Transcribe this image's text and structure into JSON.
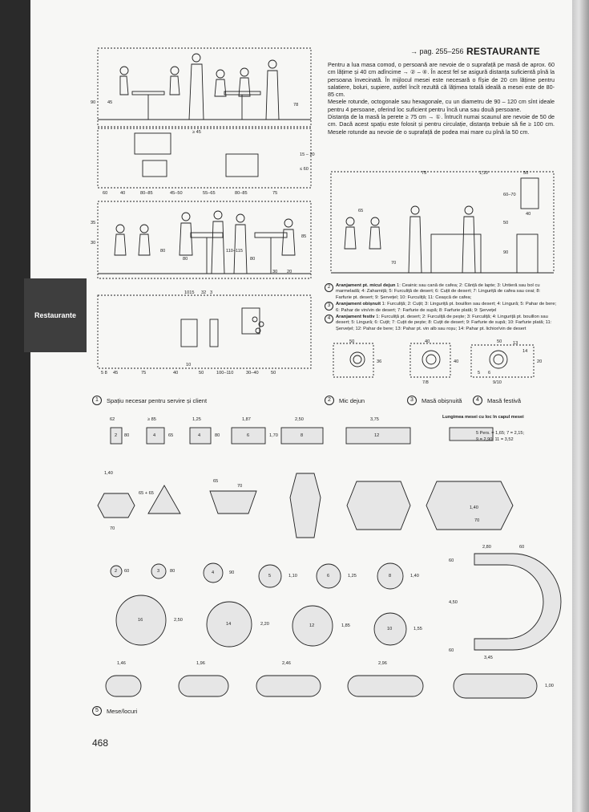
{
  "header": {
    "page_ref": "→ pag. 255–256",
    "title": "RESTAURANTE"
  },
  "side_tab": {
    "label": "Restaurante"
  },
  "body": {
    "paragraphs": [
      "Pentru a lua masa comod, o persoană are nevoie de o suprafață pe masă de aprox. 60 cm lățime și 40 cm adîncime → ② – ④. În acest fel se asigură distanța suficientă pînă la persoana învecinată. În mijlocul mesei este necesară o fîșie de 20 cm lățime pentru salatiere, boluri, supiere, astfel încît rezultă că lățimea totală ideală a mesei este de 80-85 cm.",
      "Mesele rotunde, octogonale sau hexagonale, cu un diametru de 90 – 120 cm sînt ideale pentru 4 persoane, oferind loc suficient pentru încă una sau două persoane.",
      "Distanța de la masă la perete ≥ 75 cm → ①. Întrucît numai scaunul are nevoie de 50 de cm. Dacă acest spațiu este folosit și pentru circulație, distanța trebuie să fie ≥ 100 cm. Mesele rotunde au nevoie de o suprafață de podea mai mare cu pînă la 50 cm."
    ]
  },
  "legend": [
    {
      "num": "2",
      "title": "Aranjament pt. micul dejun",
      "text": "1: Ceainic sau cană de cafea; 2: Cănță de lapte; 3: Untieră sau bol cu marmeladă; 4: Zaharniță; 5: Furculiță de desert; 6: Cuțit de desert; 7: Linguriță de cafea sau ceai; 8: Farfurie pt. desert; 9: Șervețel; 10: Furculiță; 11: Ceașcă de cafea;"
    },
    {
      "num": "3",
      "title": "Aranjament obișnuit",
      "text": "1: Furculiță; 2: Cuțit; 3: Linguriță pt. bouillon sau desert; 4: Lingură; 5: Pahar de bere; 6: Pahar de vin/vin de desert; 7: Farfurie de supă; 8: Farfurie plată; 9: Șervețel"
    },
    {
      "num": "4",
      "title": "Aranjament festiv",
      "text": "1: Furculiță pt. desert; 2: Furculiță de pește; 3: Furculiță; 4: Linguriță pt. bouillon sau desert; 5: Lingură; 6: Cuțit; 7: Cuțit de pește; 8: Cuțit de desert; 9: Farfurie de supă; 10: Farfurie plată; 11: Șervețel; 12: Pahar de bere; 13: Pahar pt. vin alb sau roșu; 14: Pahar pt. lichior/vin de desert"
    }
  ],
  "captions": {
    "fig1": {
      "num": "1",
      "text": "Spațiu necesar pentru servire și client"
    },
    "fig2": {
      "num": "2",
      "text": "Mic dejun"
    },
    "fig3": {
      "num": "3",
      "text": "Masă obișnuită"
    },
    "fig4": {
      "num": "4",
      "text": "Masă festivă"
    },
    "fig5": {
      "num": "5",
      "text": "Mese/locuri"
    }
  },
  "dims": {
    "left_plan": [
      "60",
      "40",
      "80–85",
      "45–50",
      "55–65",
      "80–85",
      "75"
    ],
    "left_plan2": [
      "5 8",
      "45",
      "75",
      "40",
      "50",
      "100–110",
      "30–40",
      "50"
    ],
    "side_vals": [
      "90",
      "45",
      "78",
      "≥ 45",
      "15 – 20",
      "≤ 60"
    ],
    "right_top": [
      "75",
      "1,10",
      "50",
      "65",
      "60–70",
      "40",
      "90",
      "50",
      "70"
    ],
    "left_sections2": [
      "35",
      "30",
      "80",
      "80",
      "110–115",
      "80",
      "85",
      "30",
      "20",
      "1015",
      "32",
      "3",
      "10"
    ],
    "rect_tables": [
      "62",
      "2",
      "80",
      "≥ 85",
      "4",
      "65",
      "1,25",
      "4",
      "80",
      "1,87",
      "6",
      "1,70",
      "2,50",
      "8",
      "3,75",
      "12"
    ],
    "multi_table_title": "Lungimea mesei cu loc în capul mesei",
    "multi_table_rows": [
      "5 Pers. = 1,65;  7 = 2,15;",
      "9 = 2,90;  11 = 3,52"
    ],
    "octagon_labels": [
      "1,40",
      "65 + 65",
      "70",
      "65",
      "70",
      "1,40",
      "70"
    ],
    "round_labels": [
      "2",
      "3",
      "4",
      "5",
      "6",
      "8",
      "16",
      "14",
      "12",
      "10"
    ],
    "round_dims": [
      "60",
      "80",
      "90",
      "1,10",
      "1,25",
      "1,40",
      "2,50",
      "2,20",
      "1,85",
      "1,55"
    ],
    "u_table": [
      "2,80",
      "60",
      "60",
      "4,50",
      "60",
      "3,45"
    ],
    "oval_dims": [
      "1,46",
      "1,96",
      "2,46",
      "2,96",
      "1,00"
    ],
    "place_setting_dims": [
      "50",
      "40",
      "36",
      "40",
      "50",
      "5",
      "6",
      "7/8",
      "9/10",
      "20",
      "13",
      "14"
    ]
  },
  "page_number": "468"
}
